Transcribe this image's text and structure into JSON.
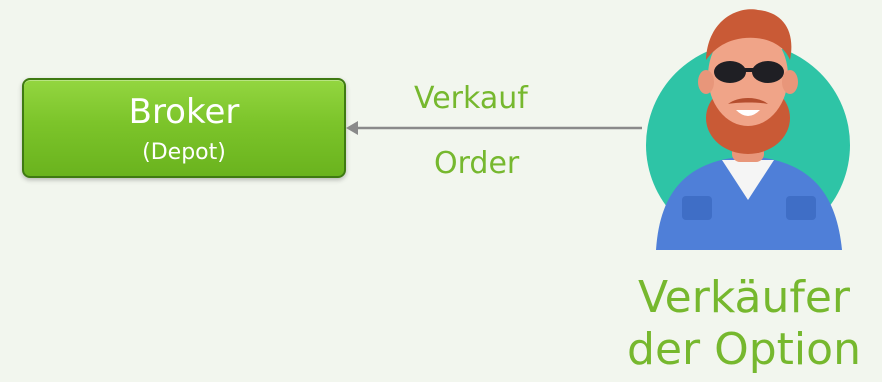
{
  "broker": {
    "title": "Broker",
    "subtitle": "(Depot)"
  },
  "arrow": {
    "label_top": "Verkauf",
    "label_bottom": "Order"
  },
  "seller": {
    "line1": "Verkäufer",
    "line2": "der Option"
  },
  "colors": {
    "accent_green": "#76b82e",
    "box_green": "#7cc42a",
    "arrow_gray": "#8a8a8a",
    "avatar_circle": "#2ec4a6"
  },
  "icons": {
    "avatar": "person-avatar-icon"
  }
}
